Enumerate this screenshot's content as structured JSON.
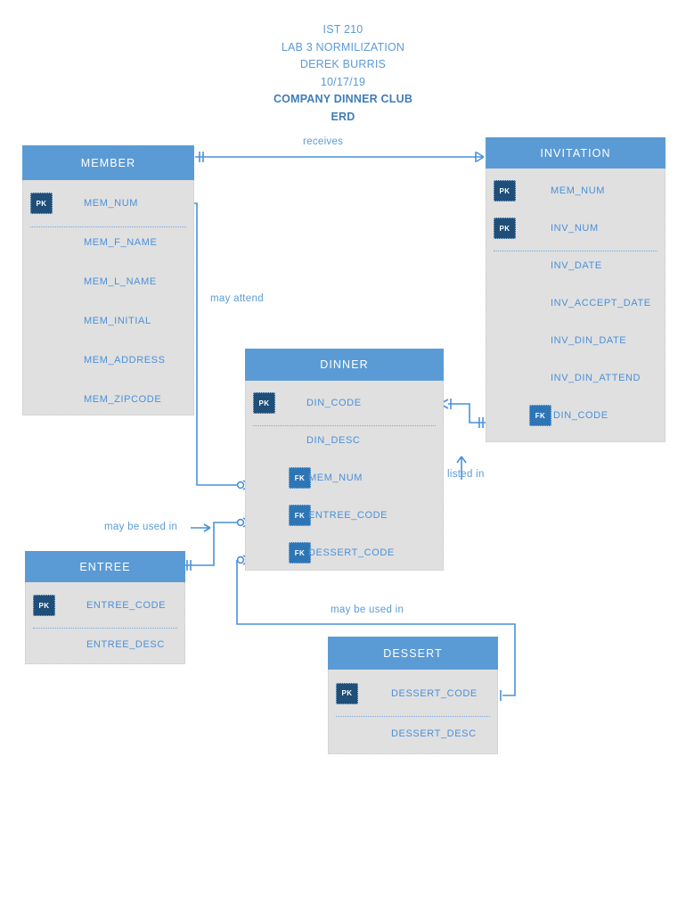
{
  "title": {
    "line1": "IST 210",
    "line2": "LAB 3 NORMILIZATION",
    "line3": "DEREK BURRIS",
    "line4": "10/17/19",
    "line5": "COMPANY DINNER CLUB",
    "line6": "ERD"
  },
  "colors": {
    "header_blue": "#5B9BD5",
    "body_gray": "#E0E0E0",
    "pk_badge": "#1F4E79",
    "fk_badge": "#2E75B6",
    "attr_text": "#4A90D9",
    "connector": "#4A90D9",
    "title_text": "#5B9BD5"
  },
  "entities": [
    {
      "name": "MEMBER",
      "attributes": [
        {
          "key": "PK",
          "label": "MEM_NUM"
        },
        {
          "key": "",
          "label": "MEM_F_NAME"
        },
        {
          "key": "",
          "label": "MEM_L_NAME"
        },
        {
          "key": "",
          "label": "MEM_INITIAL"
        },
        {
          "key": "",
          "label": "MEM_ADDRESS"
        },
        {
          "key": "",
          "label": "MEM_ZIPCODE"
        }
      ]
    },
    {
      "name": "INVITATION",
      "attributes": [
        {
          "key": "PK",
          "label": "MEM_NUM"
        },
        {
          "key": "PK",
          "label": "INV_NUM"
        },
        {
          "key": "",
          "label": "INV_DATE"
        },
        {
          "key": "",
          "label": "INV_ACCEPT_DATE"
        },
        {
          "key": "",
          "label": "INV_DIN_DATE"
        },
        {
          "key": "",
          "label": "INV_DIN_ATTEND"
        },
        {
          "key": "FK",
          "label": "DIN_CODE"
        }
      ]
    },
    {
      "name": "DINNER",
      "attributes": [
        {
          "key": "PK",
          "label": "DIN_CODE"
        },
        {
          "key": "",
          "label": "DIN_DESC"
        },
        {
          "key": "FK",
          "label": "MEM_NUM"
        },
        {
          "key": "FK",
          "label": "ENTREE_CODE"
        },
        {
          "key": "FK",
          "label": "DESSERT_CODE"
        }
      ]
    },
    {
      "name": "ENTREE",
      "attributes": [
        {
          "key": "PK",
          "label": "ENTREE_CODE"
        },
        {
          "key": "",
          "label": "ENTREE_DESC"
        }
      ]
    },
    {
      "name": "DESSERT",
      "attributes": [
        {
          "key": "PK",
          "label": "DESSERT_CODE"
        },
        {
          "key": "",
          "label": "DESSERT_DESC"
        }
      ]
    }
  ],
  "relationships": [
    {
      "label": "receives",
      "from": "MEMBER",
      "to": "INVITATION"
    },
    {
      "label": "may attend",
      "from": "MEMBER",
      "to": "DINNER"
    },
    {
      "label": "listed in",
      "from": "DINNER",
      "to": "INVITATION"
    },
    {
      "label": "may be used in",
      "from": "ENTREE",
      "to": "DINNER"
    },
    {
      "label": "may be used in",
      "from": "DESSERT",
      "to": "DINNER"
    }
  ]
}
